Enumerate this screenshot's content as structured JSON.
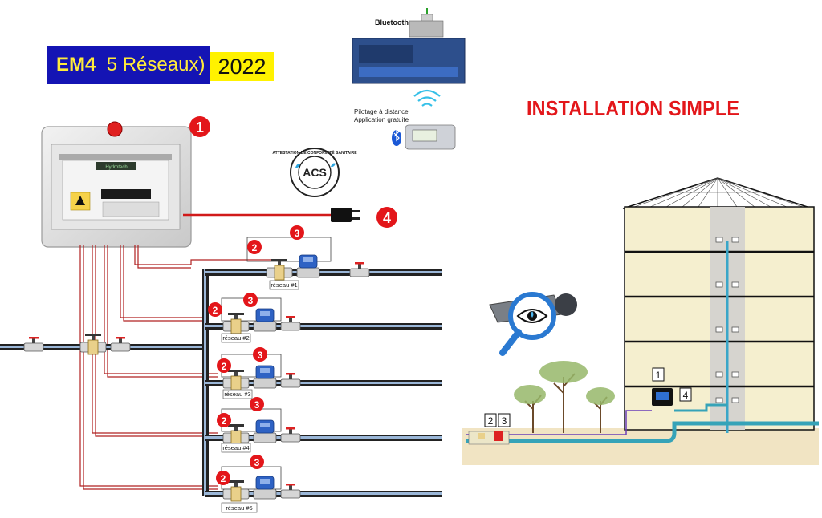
{
  "title": {
    "brand": "EM4",
    "subtitle": "5 Réseaux)",
    "year": "2022"
  },
  "heading": "INSTALLATION SIMPLE",
  "remote": {
    "bluetooth": "Bluetooth",
    "line1": "Pilotage à distance",
    "line2": "Application gratuite"
  },
  "acs": {
    "center": "ACS",
    "ring": "ATTESTATION DE CONFORMITÉ SANITAIRE"
  },
  "cabinet_brand": "Hydrotech",
  "markers": {
    "one": "1",
    "two": "2",
    "three": "3",
    "four": "4"
  },
  "networks": [
    "réseau #1",
    "réseau #2",
    "réseau #3",
    "réseau #4",
    "réseau #5"
  ],
  "building_labels": {
    "one": "1",
    "two": "2",
    "three": "3",
    "four": "4"
  },
  "colors": {
    "title_bg": "#1414b4",
    "title_fg": "#ffeb3b",
    "year_bg": "#fff200",
    "heading": "#e3161a",
    "badge": "#e3161a",
    "valve_blue": "#2e62c4",
    "pipe": "#222222",
    "cable": "#b02020"
  }
}
